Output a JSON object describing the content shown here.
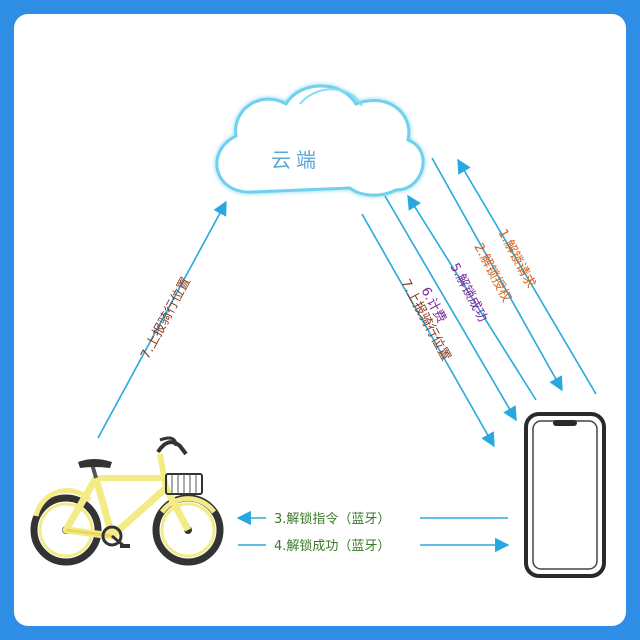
{
  "cloud": {
    "label": "云端"
  },
  "labels": {
    "bike_to_cloud": "7.上报骑行位置",
    "cloud_to_phone": "7.上报骑行位置",
    "unlock_request": "1.解锁请求",
    "unlock_auth": "2.解锁授权",
    "unlock_success": "5.解锁成功",
    "billing": "6.计费",
    "unlock_cmd": "3.解锁指令（蓝牙）",
    "unlock_ok_bt": "4.解锁成功（蓝牙）"
  },
  "colors": {
    "arrow": "#29a8df",
    "frame": "#2f8fe6",
    "brown": "#8a3a1e",
    "orange": "#d4621a",
    "purple": "#7a2a9a",
    "green": "#3a7a2a",
    "bike_body": "#f3ec86"
  },
  "icons": {
    "cloud": "cloud-icon",
    "bike": "bicycle-icon",
    "phone": "smartphone-icon"
  }
}
